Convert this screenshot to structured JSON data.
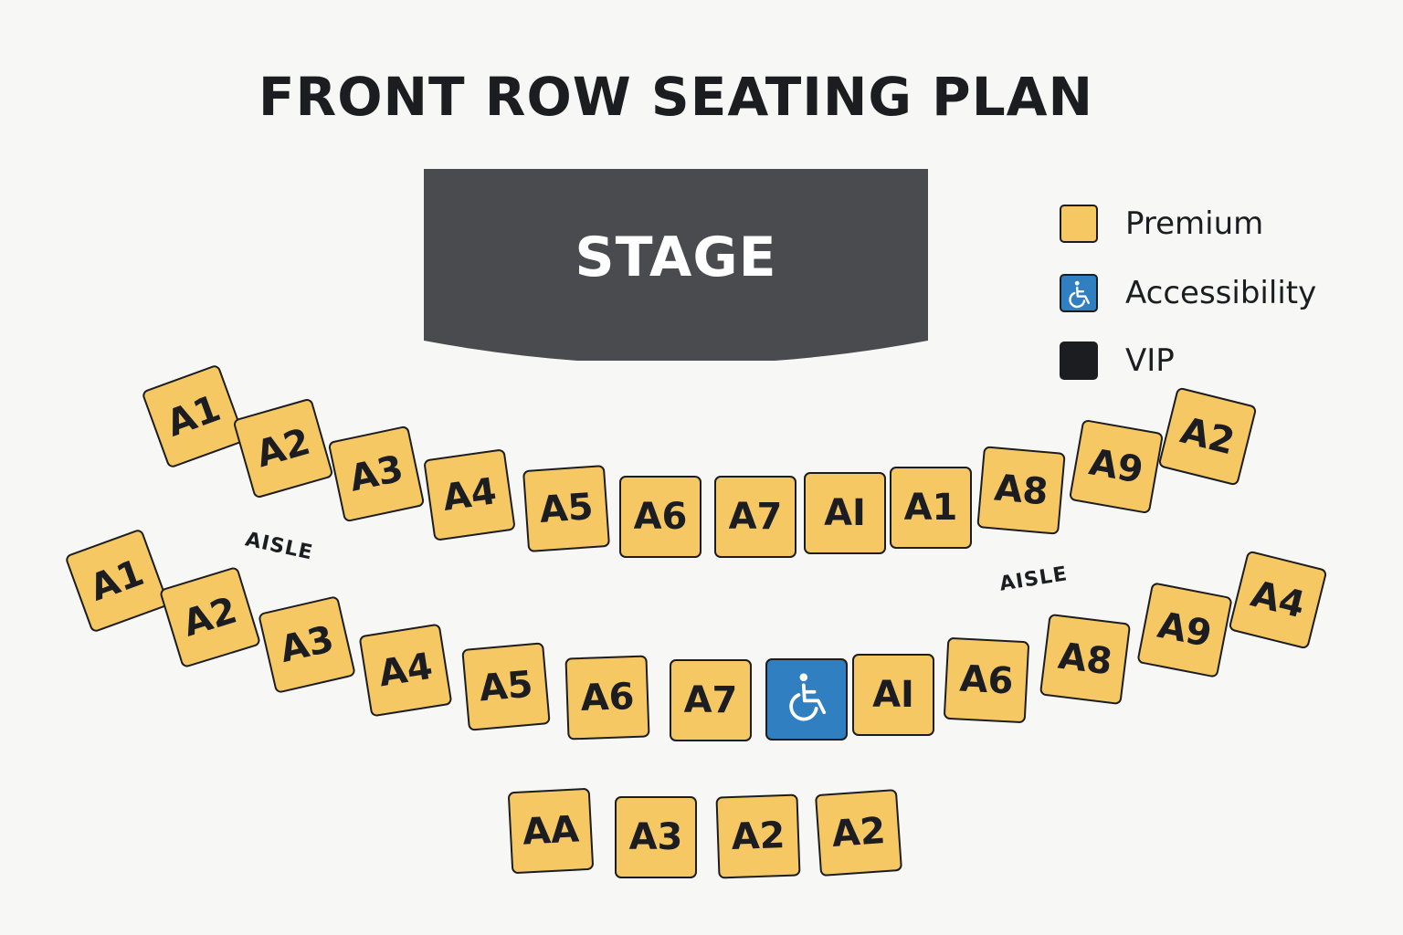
{
  "title": "FRONT ROW SEATING PLAN",
  "stage_label": "STAGE",
  "legend": [
    {
      "label": "Premium",
      "color": "#f6c863",
      "icon": "premium-swatch-icon"
    },
    {
      "label": "Accessibility",
      "color": "#2f7fc1",
      "icon": "wheelchair-icon"
    },
    {
      "label": "VIP",
      "color": "#1c1d21",
      "icon": "vip-swatch-icon"
    }
  ],
  "aisle_labels": [
    "AISLE",
    "AISLE"
  ],
  "rows": [
    {
      "seats": [
        {
          "label": "A1",
          "type": "premium"
        },
        {
          "label": "A2",
          "type": "premium"
        },
        {
          "label": "A3",
          "type": "premium"
        },
        {
          "label": "A4",
          "type": "premium"
        },
        {
          "label": "A5",
          "type": "premium"
        },
        {
          "label": "A6",
          "type": "premium"
        },
        {
          "label": "A7",
          "type": "premium"
        },
        {
          "label": "AI",
          "type": "premium"
        },
        {
          "label": "A1",
          "type": "premium"
        },
        {
          "label": "A8",
          "type": "premium"
        },
        {
          "label": "A9",
          "type": "premium"
        },
        {
          "label": "A2",
          "type": "premium"
        }
      ]
    },
    {
      "seats": [
        {
          "label": "A1",
          "type": "premium"
        },
        {
          "label": "A2",
          "type": "premium"
        },
        {
          "label": "A3",
          "type": "premium"
        },
        {
          "label": "A4",
          "type": "premium"
        },
        {
          "label": "A5",
          "type": "premium"
        },
        {
          "label": "A6",
          "type": "premium"
        },
        {
          "label": "A7",
          "type": "premium"
        },
        {
          "label": "",
          "type": "accessible"
        },
        {
          "label": "AI",
          "type": "premium"
        },
        {
          "label": "A6",
          "type": "premium"
        },
        {
          "label": "A8",
          "type": "premium"
        },
        {
          "label": "A9",
          "type": "premium"
        },
        {
          "label": "A4",
          "type": "premium"
        }
      ]
    },
    {
      "seats": [
        {
          "label": "AA",
          "type": "premium"
        },
        {
          "label": "A3",
          "type": "premium"
        },
        {
          "label": "A2",
          "type": "premium"
        },
        {
          "label": "A2",
          "type": "premium"
        }
      ]
    }
  ]
}
